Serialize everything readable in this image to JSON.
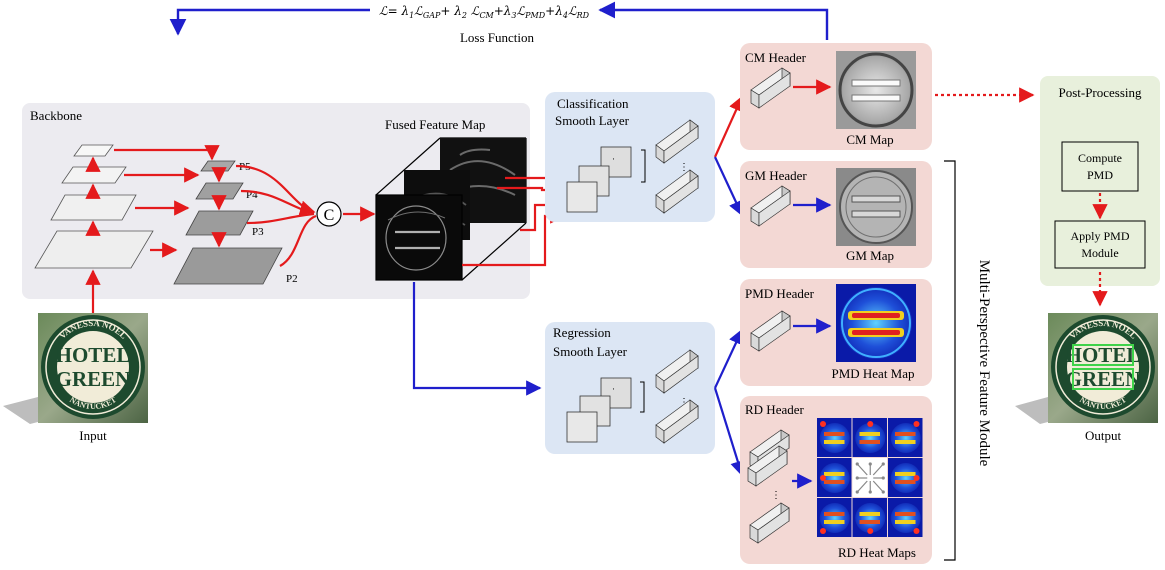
{
  "loss": {
    "formula": "ℒ= λ₁ℒGAP+ λ₂ ℒCM+λ₃ℒPMD+λ₄ℒRD",
    "parts": [
      "ℒ= λ",
      "1",
      "ℒ",
      "GAP",
      "+ λ",
      "2",
      " ℒ",
      "CM",
      "+λ",
      "3",
      "ℒ",
      "PMD",
      "+λ",
      "4",
      "ℒ",
      "RD"
    ],
    "label": "Loss Function"
  },
  "backbone": {
    "title": "Backbone",
    "levels": [
      "P5",
      "P4",
      "P3",
      "P2"
    ],
    "concat_symbol": "C"
  },
  "fused": {
    "label": "Fused Feature Map"
  },
  "classification": {
    "line1": "Classification",
    "line2": "Smooth Layer"
  },
  "regression": {
    "line1": "Regression",
    "line2": "Smooth Layer"
  },
  "headers": {
    "cm": {
      "title": "CM Header",
      "map_label": "CM Map"
    },
    "gm": {
      "title": "GM Header",
      "map_label": "GM Map"
    },
    "pmd": {
      "title": "PMD Header",
      "map_label": "PMD Heat Map"
    },
    "rd": {
      "title": "RD Header",
      "map_label": "RD Heat Maps"
    }
  },
  "module_label": "Multi-Perspective Feature Module",
  "post": {
    "title": "Post-Processing",
    "step1_line1": "Compute",
    "step1_line2": "PMD",
    "step2_line1": "Apply PMD",
    "step2_line2": "Module"
  },
  "input_label": "Input",
  "output_label": "Output",
  "sign": {
    "top": "VANESSA NOEL",
    "line1": "HOTEL",
    "line2": "GREEN",
    "bottom": "NANTUCKET"
  },
  "colors": {
    "red_arrow": "#e41a1c",
    "blue_arrow": "#1f1fcc",
    "backbone_bg": "#ecebf0",
    "smooth_bg": "#dce6f4",
    "header_bg": "#f3d8d4",
    "post_bg": "#e8f0dc",
    "sign_green": "#1d4a2e",
    "sign_cream": "#f1ecd8"
  }
}
